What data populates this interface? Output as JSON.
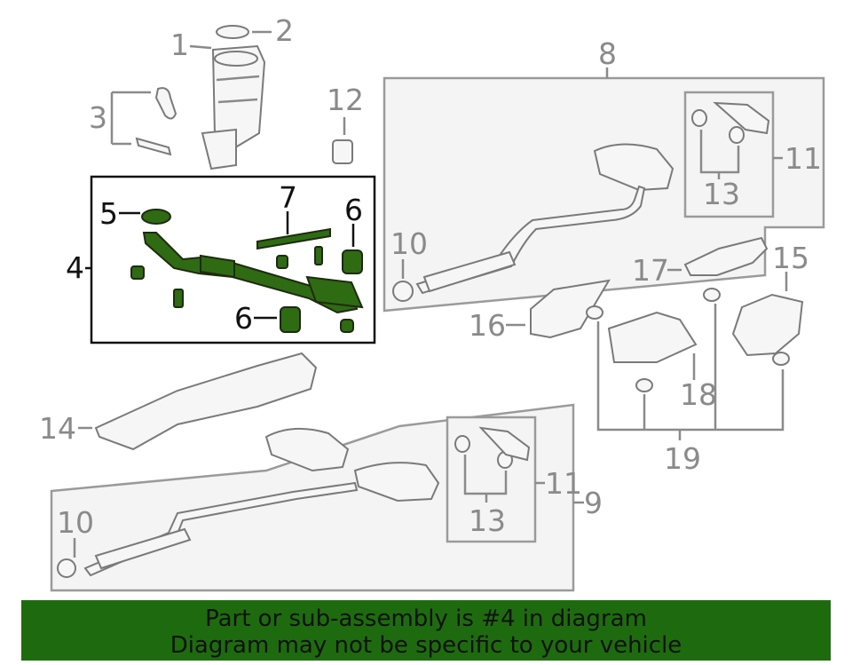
{
  "callouts": {
    "c1": "1",
    "c2": "2",
    "c3": "3",
    "c4": "4",
    "c5": "5",
    "c6a": "6",
    "c6b": "6",
    "c7": "7",
    "c8": "8",
    "c9": "9",
    "c10a": "10",
    "c10b": "10",
    "c11a": "11",
    "c11b": "11",
    "c12": "12",
    "c13a": "13",
    "c13b": "13",
    "c14": "14",
    "c15": "15",
    "c16": "16",
    "c17": "17",
    "c18": "18",
    "c19": "19"
  },
  "banner": {
    "line1": "Part or sub-assembly is #4 in diagram",
    "line2": "Diagram may not be specific to your vehicle"
  },
  "colors": {
    "highlight_part": "#2e6b12",
    "banner_background": "#1e6b0f",
    "inactive_line": "#8a8a8a",
    "active_line": "#111111"
  }
}
